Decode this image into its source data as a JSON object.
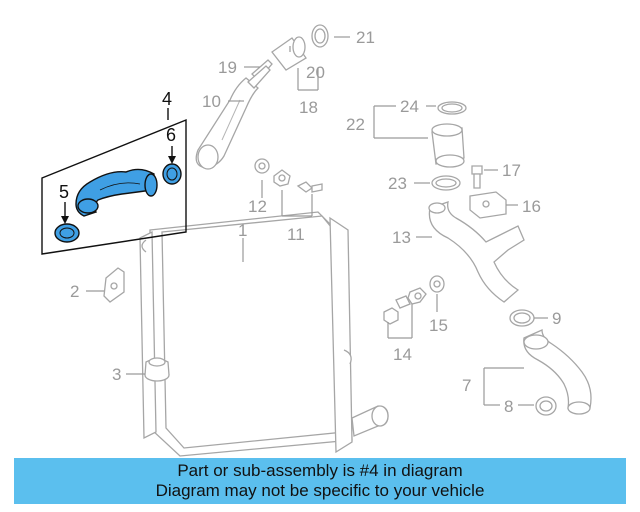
{
  "callouts": {
    "c1": "1",
    "c2": "2",
    "c3": "3",
    "c4": "4",
    "c5": "5",
    "c6": "6",
    "c7": "7",
    "c8": "8",
    "c9": "9",
    "c10": "10",
    "c11": "11",
    "c12": "12",
    "c13": "13",
    "c14": "14",
    "c15": "15",
    "c16": "16",
    "c17": "17",
    "c18": "18",
    "c19": "19",
    "c20": "20",
    "c21": "21",
    "c22": "22",
    "c23": "23",
    "c24": "24"
  },
  "highlight_color": "#3f9fe4",
  "banner": {
    "line1": "Part or sub-assembly is #4 in diagram",
    "line2": "Diagram may not be specific to your vehicle",
    "color": "#5bbfee"
  }
}
